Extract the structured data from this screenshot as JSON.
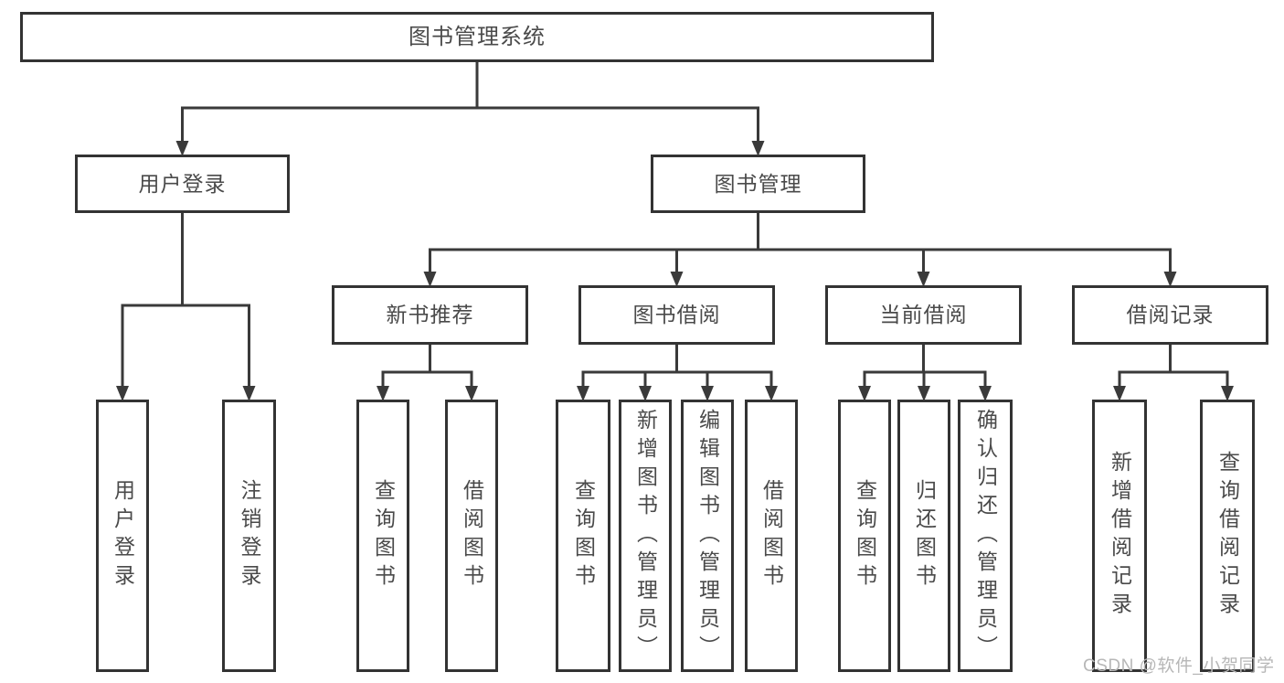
{
  "diagram": {
    "title": "图书管理系统",
    "watermark": "CSDN @软件_小贺同学",
    "colors": {
      "line": "#3a3a3a",
      "box_border": "#333333",
      "text": "#4a4a4a",
      "watermark": "#b7b7b7",
      "background": "#ffffff"
    },
    "tree": {
      "id": "root",
      "label": "图书管理系统",
      "children": [
        {
          "id": "user-login",
          "label": "用户登录",
          "children": [
            {
              "id": "login",
              "label": "用户登录"
            },
            {
              "id": "logout",
              "label": "注销登录"
            }
          ]
        },
        {
          "id": "book-mgmt",
          "label": "图书管理",
          "children": [
            {
              "id": "new-book-rec",
              "label": "新书推荐",
              "children": [
                {
                  "id": "nbr-query",
                  "label": "查询图书"
                },
                {
                  "id": "nbr-borrow",
                  "label": "借阅图书"
                }
              ]
            },
            {
              "id": "book-borrow",
              "label": "图书借阅",
              "children": [
                {
                  "id": "bb-query",
                  "label": "查询图书"
                },
                {
                  "id": "bb-add",
                  "label": "新增图书（管理员）"
                },
                {
                  "id": "bb-edit",
                  "label": "编辑图书（管理员）"
                },
                {
                  "id": "bb-borrow",
                  "label": "借阅图书"
                }
              ]
            },
            {
              "id": "current-borrow",
              "label": "当前借阅",
              "children": [
                {
                  "id": "cb-query",
                  "label": "查询图书"
                },
                {
                  "id": "cb-return",
                  "label": "归还图书"
                },
                {
                  "id": "cb-confirm",
                  "label": "确认归还（管理员）"
                }
              ]
            },
            {
              "id": "borrow-records",
              "label": "借阅记录",
              "children": [
                {
                  "id": "br-add",
                  "label": "新增借阅记录"
                },
                {
                  "id": "br-query",
                  "label": "查询借阅记录"
                }
              ]
            }
          ]
        }
      ]
    }
  }
}
